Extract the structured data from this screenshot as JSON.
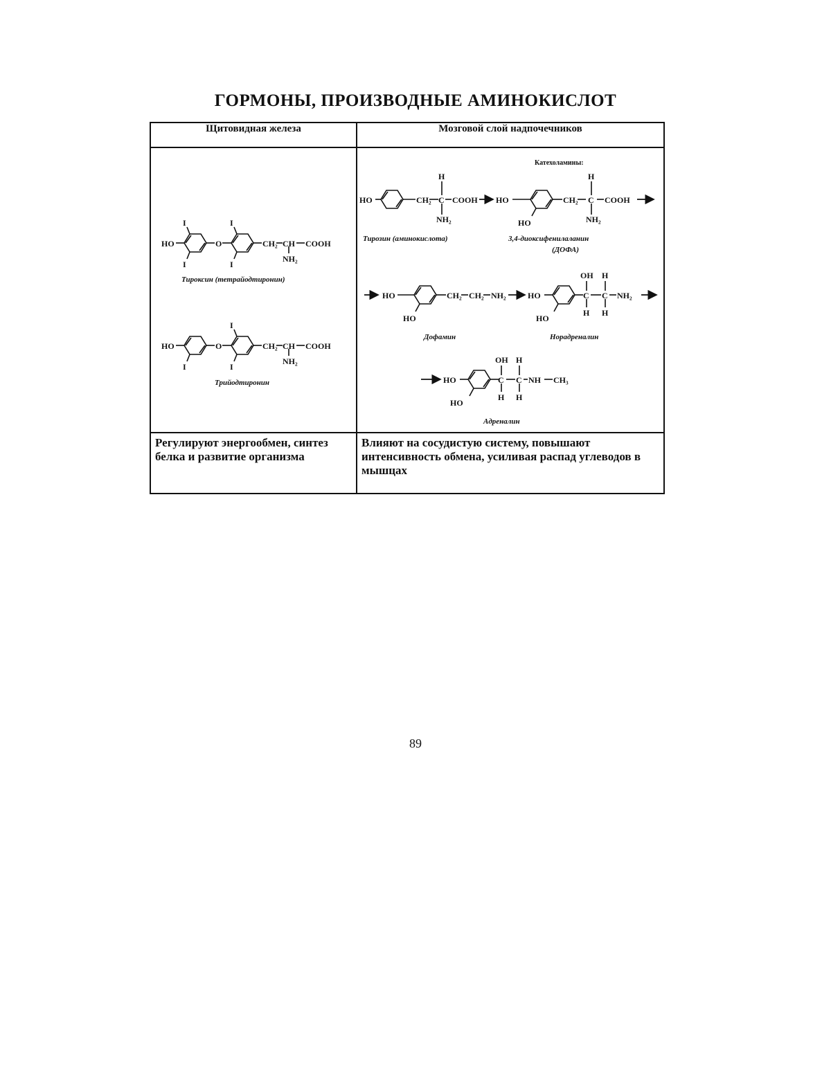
{
  "title": "ГОРМОНЫ, ПРОИЗВОДНЫЕ АМИНОКИСЛОТ",
  "table": {
    "headers": [
      "Щитовидная железа",
      "Мозговой слой надпочечников"
    ],
    "left": {
      "thyroxine": {
        "caption": "Тироксин (тетрайодтиронин)",
        "labels": {
          "i": "I",
          "ho": "HO",
          "o": "O",
          "ch2": "CH₂",
          "ch": "CH",
          "cooh": "COOH",
          "nh2": "NH₂"
        }
      },
      "triiodothyronine": {
        "caption": "Трийодтиронин",
        "labels": {
          "i": "I",
          "ho": "HO",
          "o": "O",
          "ch2": "CH₂",
          "ch": "CH",
          "cooh": "COOH",
          "nh2": "NH₂"
        }
      }
    },
    "right": {
      "catecholamines_label": "Катехоламины:",
      "tyrosine": {
        "caption": "Тирозин (аминокислота)"
      },
      "dopa": {
        "caption_line1": "3,4-диоксифенилаланин",
        "caption_line2": "(ДОФА)"
      },
      "dopamine": {
        "caption": "Дофамин"
      },
      "noradrenaline": {
        "caption": "Норадреналин"
      },
      "adrenaline": {
        "caption": "Адреналин"
      },
      "labels": {
        "ho": "HO",
        "h": "H",
        "c": "C",
        "oh": "OH",
        "ch2": "CH₂",
        "cooh": "COOH",
        "nh2": "NH₂",
        "nh": "NH",
        "ch3": "CH₃"
      }
    },
    "functions": [
      "Регулируют энергообмен, синтез белка и развитие организма",
      "Влияют на сосудистую систему, повышают интенсивность обмена, усиливая распад углеводов в мышцах"
    ]
  },
  "page_number": "89"
}
